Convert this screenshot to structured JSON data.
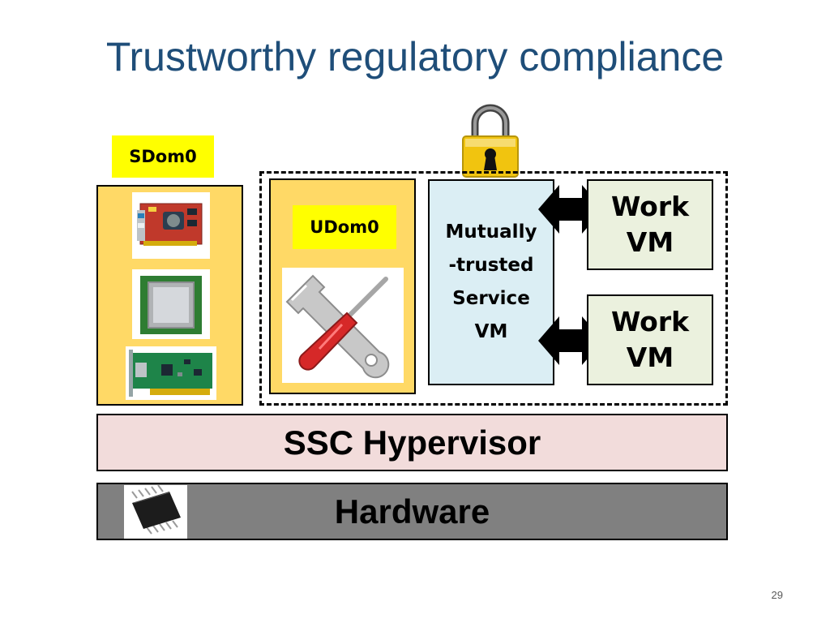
{
  "slide": {
    "title": "Trustworthy regulatory compliance",
    "page_number": "29"
  },
  "diagram": {
    "sdom0_label": "SDom0",
    "udom0_label": "UDom0",
    "service_vm_lines": [
      "Mutually",
      "-trusted",
      "Service",
      "VM"
    ],
    "work_vms": [
      {
        "lines": [
          "Work",
          "VM"
        ]
      },
      {
        "lines": [
          "Work",
          "VM"
        ]
      }
    ],
    "hypervisor_label": "SSC Hypervisor",
    "hardware_label": "Hardware",
    "icons": [
      "graphics-card-icon",
      "cpu-icon",
      "network-card-icon",
      "wrench-screwdriver-icon",
      "padlock-icon",
      "double-arrow-icon",
      "microchip-icon"
    ],
    "colors": {
      "title": "#1f4e79",
      "label_highlight": "#ffff00",
      "dom_box": "#ffd966",
      "service_vm": "#dbeef4",
      "work_vm": "#ebf1de",
      "hypervisor": "#f2dcdb",
      "hardware": "#808080"
    }
  }
}
